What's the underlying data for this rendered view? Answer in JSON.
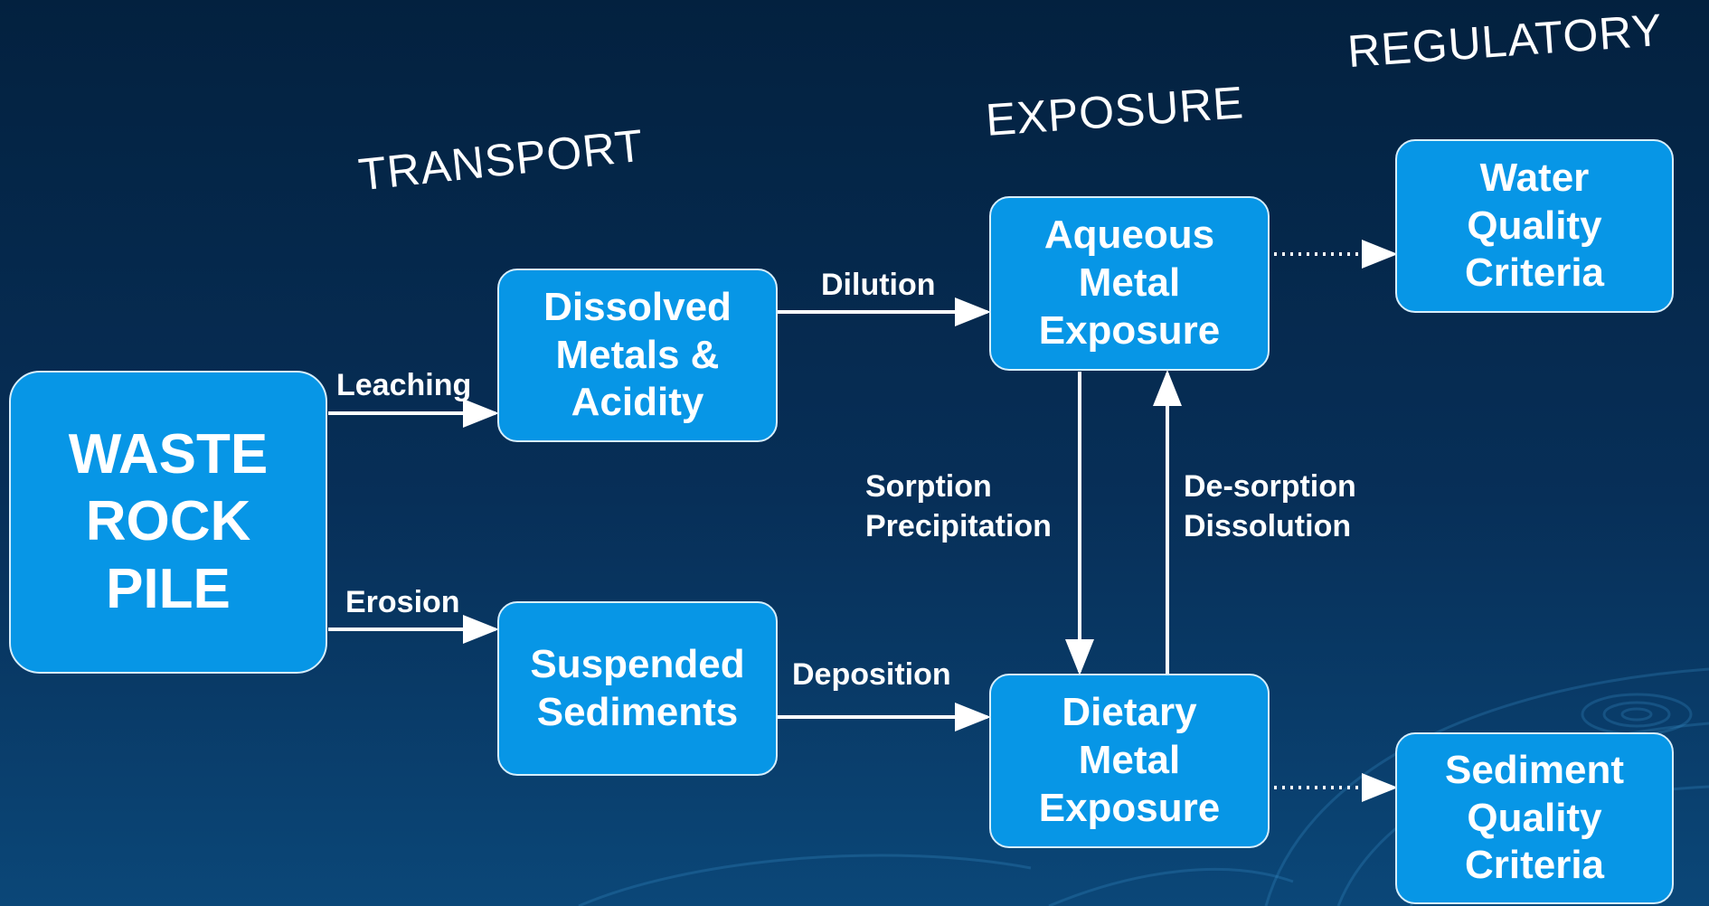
{
  "headings": {
    "transport": "TRANSPORT",
    "exposure": "EXPOSURE",
    "regulatory": "REGULATORY"
  },
  "nodes": {
    "waste_rock_pile": [
      "WASTE",
      "ROCK",
      "PILE"
    ],
    "dissolved_metals": [
      "Dissolved",
      "Metals &",
      "Acidity"
    ],
    "suspended_sediments": [
      "Suspended",
      "Sediments"
    ],
    "aqueous_exposure": [
      "Aqueous",
      "Metal",
      "Exposure"
    ],
    "dietary_exposure": [
      "Dietary",
      "Metal",
      "Exposure"
    ],
    "water_quality": [
      "Water",
      "Quality",
      "Criteria"
    ],
    "sediment_quality": [
      "Sediment",
      "Quality",
      "Criteria"
    ]
  },
  "edges": {
    "leaching": "Leaching",
    "erosion": "Erosion",
    "dilution": "Dilution",
    "deposition": "Deposition",
    "sorption": [
      "Sorption",
      "Precipitation"
    ],
    "desorption": [
      "De-sorption",
      "Dissolution"
    ]
  },
  "colors": {
    "box_fill": "#0796e6",
    "box_border": "#d6eefc",
    "text": "#ffffff",
    "background_top": "#03213f",
    "background_bottom": "#0b4778"
  }
}
